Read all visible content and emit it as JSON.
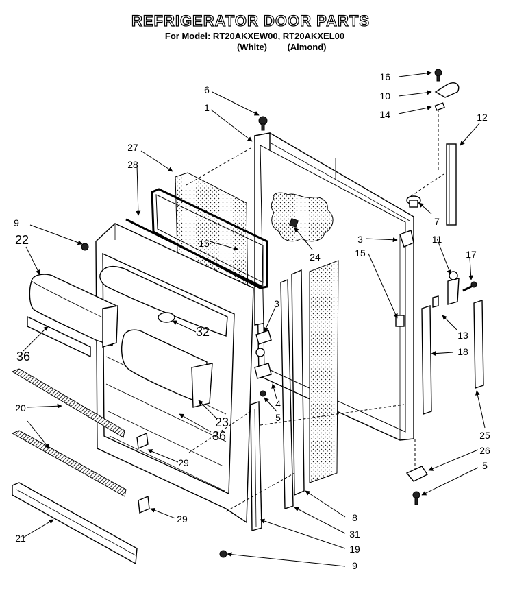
{
  "header": {
    "title": "REFRIGERATOR DOOR PARTS",
    "model_line": "For Model: RT20AKXEW00, RT20AKXEL00",
    "color_white": "(White)",
    "color_almond": "(Almond)"
  },
  "callouts": [
    {
      "id": "c16",
      "text": "16"
    },
    {
      "id": "c10",
      "text": "10"
    },
    {
      "id": "c14",
      "text": "14"
    },
    {
      "id": "c12",
      "text": "12"
    },
    {
      "id": "c6",
      "text": "6"
    },
    {
      "id": "c1",
      "text": "1"
    },
    {
      "id": "c27",
      "text": "27"
    },
    {
      "id": "c28",
      "text": "28"
    },
    {
      "id": "c7",
      "text": "7"
    },
    {
      "id": "c9a",
      "text": "9"
    },
    {
      "id": "c22",
      "text": "22"
    },
    {
      "id": "c15a",
      "text": "15"
    },
    {
      "id": "c24",
      "text": "24"
    },
    {
      "id": "c3a",
      "text": "3"
    },
    {
      "id": "c15b",
      "text": "15"
    },
    {
      "id": "c11",
      "text": "11"
    },
    {
      "id": "c17",
      "text": "17"
    },
    {
      "id": "c3b",
      "text": "3"
    },
    {
      "id": "c32",
      "text": "32"
    },
    {
      "id": "c13",
      "text": "13"
    },
    {
      "id": "c36a",
      "text": "36"
    },
    {
      "id": "c18",
      "text": "18"
    },
    {
      "id": "c4",
      "text": "4"
    },
    {
      "id": "c5a",
      "text": "5"
    },
    {
      "id": "c23",
      "text": "23"
    },
    {
      "id": "c36b",
      "text": "36"
    },
    {
      "id": "c20",
      "text": "20"
    },
    {
      "id": "c25",
      "text": "25"
    },
    {
      "id": "c29a",
      "text": "29"
    },
    {
      "id": "c26",
      "text": "26"
    },
    {
      "id": "c5b",
      "text": "5"
    },
    {
      "id": "c29b",
      "text": "29"
    },
    {
      "id": "c8",
      "text": "8"
    },
    {
      "id": "c21",
      "text": "21"
    },
    {
      "id": "c31",
      "text": "31"
    },
    {
      "id": "c19",
      "text": "19"
    },
    {
      "id": "c9b",
      "text": "9"
    }
  ]
}
